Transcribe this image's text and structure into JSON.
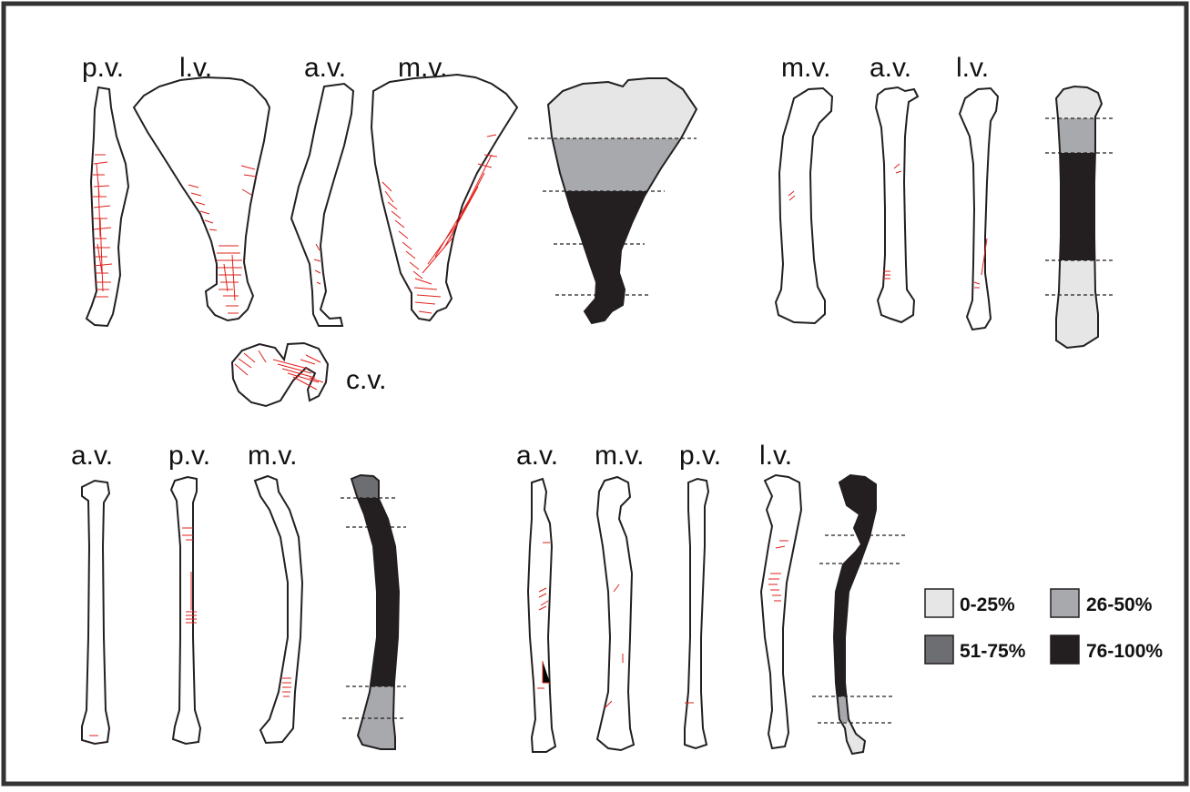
{
  "figure": {
    "view_labels": {
      "g1": [
        "p.v.",
        "l.v.",
        "a.v.",
        "m.v."
      ],
      "g1_caudal": "c.v.",
      "g2": [
        "m.v.",
        "a.v.",
        "l.v."
      ],
      "g3": [
        "a.v.",
        "p.v.",
        "m.v."
      ],
      "g4": [
        "a.v.",
        "m.v.",
        "p.v.",
        "l.v."
      ]
    },
    "legend": [
      {
        "label": "0-25%",
        "color": "#e6e6e6"
      },
      {
        "label": "26-50%",
        "color": "#a7a9ac"
      },
      {
        "label": "51-75%",
        "color": "#6d6e71"
      },
      {
        "label": "76-100%",
        "color": "#231f20"
      }
    ],
    "colors": {
      "outline": "#231f20",
      "damage_marks": "#e0201b",
      "frame": "#333333"
    }
  }
}
